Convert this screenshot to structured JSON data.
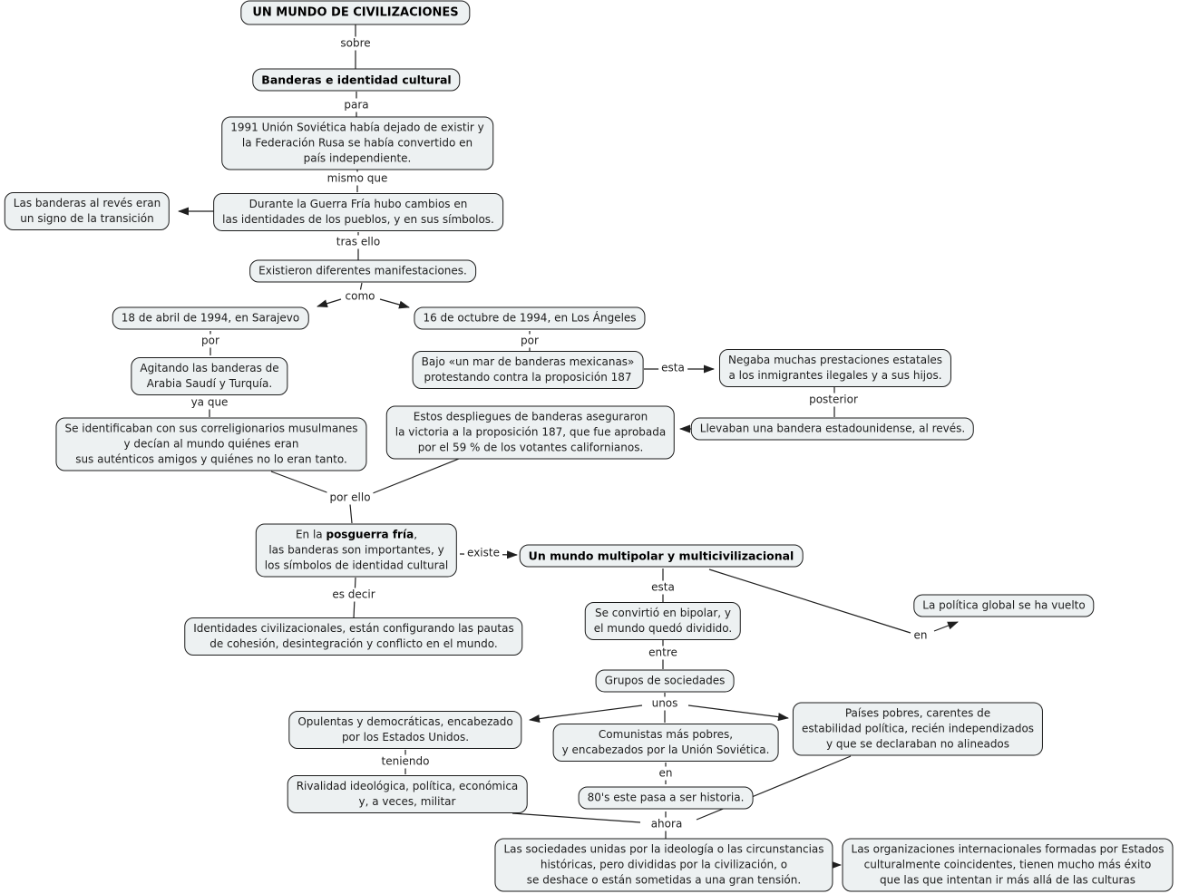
{
  "colors": {
    "background": "#ffffff",
    "node_fill": "#edf1f2",
    "node_border": "#1c1c1c",
    "line": "#1f1f1f",
    "text": "#1d1d1d"
  },
  "nodes": {
    "title": "UN MUNDO DE CIVILIZACIONES",
    "banderas": "Banderas e identidad cultural",
    "urss1991": "1991 Unión Soviética había dejado de existir y\nla Federación Rusa se había convertido en\npaís independiente.",
    "guerra_fria": "Durante la Guerra Fría hubo cambios en\nlas identidades de los pueblos, y en sus símbolos.",
    "banderas_reves": "Las banderas al revés eran\nun signo de la transición",
    "existieron": "Existieron diferentes manifestaciones.",
    "sarajevo": "18 de abril de 1994, en Sarajevo",
    "los_angeles": "16 de octubre de 1994, en Los Ángeles",
    "agitando": "Agitando las banderas de\nArabia Saudí y Turquía.",
    "identificaban": "Se identificaban con sus correligionarios musulmanes\ny decían al mundo quiénes eran\nsus auténticos amigos y quiénes no lo eran tanto.",
    "bajo_mar": "Bajo «un mar de banderas mexicanas»\nprotestando contra la proposición 187",
    "negaba": "Negaba muchas prestaciones estatales\na los inmigrantes ilegales y a sus hijos.",
    "llevaban": "Llevaban una bandera estadounidense, al revés.",
    "despliegues": "Estos despliegues de banderas aseguraron\nla victoria a la proposición 187, que fue aprobada\npor el 59 % de los votantes californianos.",
    "posguerra_pre": "En la ",
    "posguerra_bold": "posguerra fría",
    "posguerra_post": ",\nlas banderas son importantes, y\nlos símbolos de identidad cultural",
    "multipolar": "Un mundo multipolar y multicivilizacional",
    "identidades": "Identidades civilizacionales, están configurando las pautas\nde cohesión, desintegración y conflicto en el mundo.",
    "bipolar": "Se convirtió en bipolar, y\nel mundo quedó dividido.",
    "politica_global": "La política global se ha vuelto",
    "grupos": "Grupos de sociedades",
    "opulentas": "Opulentas y democráticas, encabezado\npor los Estados Unidos.",
    "comunistas": "Comunistas más pobres,\ny encabezados por la Unión Soviética.",
    "paises_pobres": "Países pobres, carentes de\nestabilidad política, recién independizados\ny que se declaraban no alineados",
    "rivalidad": "Rivalidad ideológica, política, económica\ny, a veces, militar",
    "ochentas": "80's este pasa a ser historia.",
    "sociedades": "Las sociedades unidas por la ideología o las circunstancias\nhistóricas, pero divididas por la civilización, o\nse deshace o están sometidas a una gran tensión.",
    "organizaciones": "Las organizaciones internacionales formadas por Estados\nculturalmente coincidentes, tienen mucho más éxito\nque las que intentan ir más allá de las culturas"
  },
  "edge_labels": {
    "sobre": "sobre",
    "para": "para",
    "mismo_que": "mismo que",
    "tras_ello": "tras ello",
    "como": "como",
    "por_izq": "por",
    "ya_que": "ya que",
    "por_der": "por",
    "esta_1": "esta",
    "posterior": "posterior",
    "por_ello": "por ello",
    "existe": "existe",
    "es_decir": "es decir",
    "esta_2": "esta",
    "en_1": "en",
    "entre": "entre",
    "unos": "unos",
    "teniendo": "teniendo",
    "en_2": "en",
    "ahora": "ahora"
  }
}
